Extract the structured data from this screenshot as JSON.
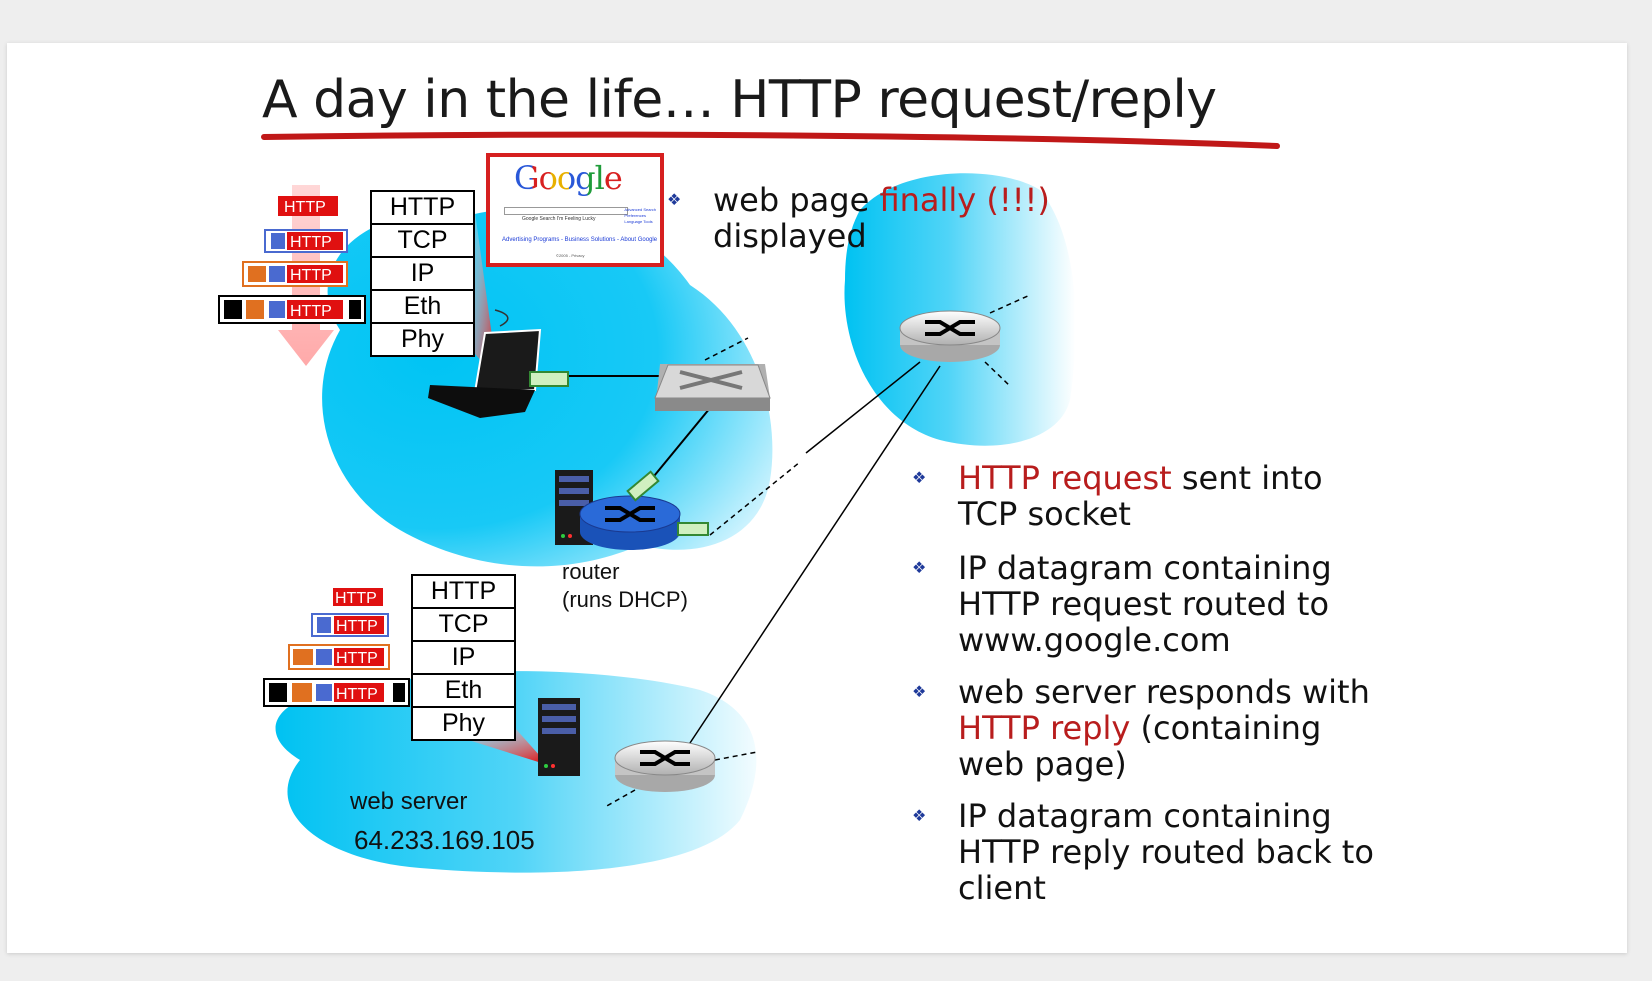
{
  "title": "A day in the life… HTTP request/reply",
  "client_stack": [
    "HTTP",
    "TCP",
    "IP",
    "Eth",
    "Phy"
  ],
  "server_stack": [
    "HTTP",
    "TCP",
    "IP",
    "Eth",
    "Phy"
  ],
  "packet_label": "HTTP",
  "browser": {
    "logo": "Google",
    "buttons": "Google Search    I'm Feeling Lucky",
    "links": "Advertising Programs - Business Solutions - About Google",
    "side_links": [
      "Advanced Search",
      "Preferences",
      "Language Tools"
    ],
    "footer": "©2005 - Privacy"
  },
  "top_bullet": {
    "part1": "web page ",
    "part2_red": "finally (!!!)",
    "line2": "displayed"
  },
  "bullets": [
    {
      "red": "HTTP request",
      "after": " sent into",
      "line2": "TCP socket"
    },
    {
      "text1": "IP datagram containing",
      "text2": "HTTP request routed to",
      "text3": "www.google.com"
    },
    {
      "text1": "web server responds with",
      "red": "HTTP reply",
      "after": " (containing",
      "text3": "web page)"
    },
    {
      "text1": "IP datagram containing",
      "text2": "HTTP reply routed back to",
      "text3": "client"
    }
  ],
  "labels": {
    "router_line1": "router",
    "router_line2": "(runs DHCP)",
    "server_line1": "web server",
    "server_ip": "64.233.169.105"
  },
  "colors": {
    "cloud": "#00c0f0",
    "accent_red": "#b81d1d",
    "underline": "#c01818",
    "router_blue": "#1e5cc8"
  }
}
